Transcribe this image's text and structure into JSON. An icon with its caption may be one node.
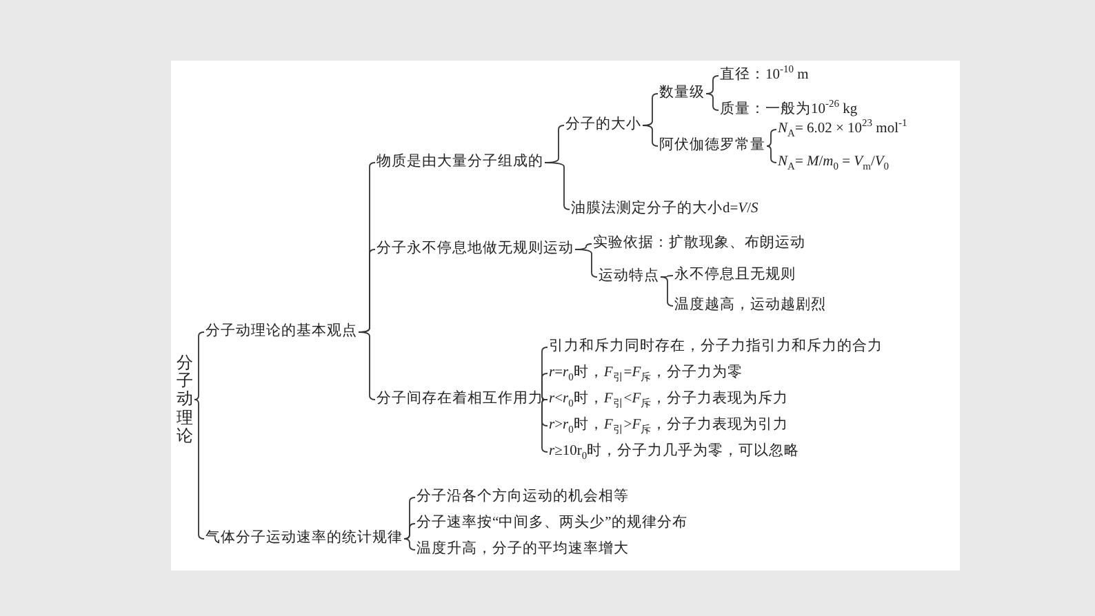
{
  "diagram": {
    "nodes": [
      {
        "text": [
          "分子动理论"
        ]
      },
      {
        "text": [
          "分子动理论的基本观点"
        ]
      },
      {
        "text": [
          "物质是由大量分子组成的"
        ]
      },
      {
        "text": [
          "分子的大小"
        ]
      },
      {
        "text": [
          "数量级"
        ]
      },
      {
        "text": [
          "直径：10$^{-10}$ m"
        ]
      },
      {
        "text": [
          "质量：一般为10$^{-26}$ kg"
        ]
      },
      {
        "text": [
          "阿伏伽德罗常量"
        ]
      },
      {
        "text": [
          "*N*$_{A}$= 6.02 × 10$^{23}$ mol$^{-1}$"
        ]
      },
      {
        "text": [
          "*N*$_{A}$= *M*/*m*$_{0}$ = *V*$_{m}$/*V*$_{0}$"
        ]
      },
      {
        "text": [
          "油膜法测定分子的大小d=*V*/*S*"
        ]
      },
      {
        "text": [
          "分子永不停息地做无规则运动"
        ]
      },
      {
        "text": [
          "实验依据：扩散现象、布朗运动"
        ]
      },
      {
        "text": [
          "运动特点"
        ]
      },
      {
        "text": [
          "永不停息且无规则"
        ]
      },
      {
        "text": [
          "温度越高，运动越剧烈"
        ]
      },
      {
        "text": [
          "分子间存在着相互作用力"
        ]
      },
      {
        "text": [
          "引力和斥力同时存在，分子力指引力和斥力的合力"
        ]
      },
      {
        "text": [
          "*r*=*r*$_{0}$时，*F*$_{引}$=*F*$_{斥}$，分子力为零"
        ]
      },
      {
        "text": [
          "*r*<*r*$_{0}$时，*F*$_{引}$<*F*$_{斥}$，分子力表现为斥力"
        ]
      },
      {
        "text": [
          "*r*>*r*$_{0}$时，*F*$_{引}$>*F*$_{斥}$，分子力表现为引力"
        ]
      },
      {
        "text": [
          "*r*≥10r$_{0}$时，分子力几乎为零，可以忽略"
        ]
      },
      {
        "text": [
          "气体分子运动速率的统计规律"
        ]
      },
      {
        "text": [
          "分子沿各个方向运动的机会相等"
        ]
      },
      {
        "text": [
          "分子速率按“中间多、两头少”的规律分布"
        ]
      },
      {
        "text": [
          "温度升高，分子的平均速率增大"
        ]
      }
    ],
    "edges": [
      {
        "from": 0,
        "to": 1,
        "arrow": "none"
      },
      {
        "from": 0,
        "to": 22,
        "arrow": "none"
      },
      {
        "from": 1,
        "to": 2,
        "arrow": "none"
      },
      {
        "from": 1,
        "to": 11,
        "arrow": "none"
      },
      {
        "from": 1,
        "to": 16,
        "arrow": "none"
      },
      {
        "from": 2,
        "to": 3,
        "arrow": "none"
      },
      {
        "from": 2,
        "to": 10,
        "arrow": "none"
      },
      {
        "from": 3,
        "to": 4,
        "arrow": "none"
      },
      {
        "from": 3,
        "to": 7,
        "arrow": "none"
      },
      {
        "from": 4,
        "to": 5,
        "arrow": "none"
      },
      {
        "from": 4,
        "to": 6,
        "arrow": "none"
      },
      {
        "from": 7,
        "to": 8,
        "arrow": "none"
      },
      {
        "from": 7,
        "to": 9,
        "arrow": "none"
      },
      {
        "from": 11,
        "to": 12,
        "arrow": "none"
      },
      {
        "from": 11,
        "to": 13,
        "arrow": "none"
      },
      {
        "from": 13,
        "to": 14,
        "arrow": "none"
      },
      {
        "from": 13,
        "to": 15,
        "arrow": "none"
      },
      {
        "from": 16,
        "to": 17,
        "arrow": "none"
      },
      {
        "from": 16,
        "to": 18,
        "arrow": "none"
      },
      {
        "from": 16,
        "to": 19,
        "arrow": "none"
      },
      {
        "from": 16,
        "to": 20,
        "arrow": "none"
      },
      {
        "from": 16,
        "to": 21,
        "arrow": "none"
      },
      {
        "from": 22,
        "to": 23,
        "arrow": "none"
      },
      {
        "from": 22,
        "to": 24,
        "arrow": "none"
      },
      {
        "from": 22,
        "to": 25,
        "arrow": "none"
      }
    ]
  }
}
